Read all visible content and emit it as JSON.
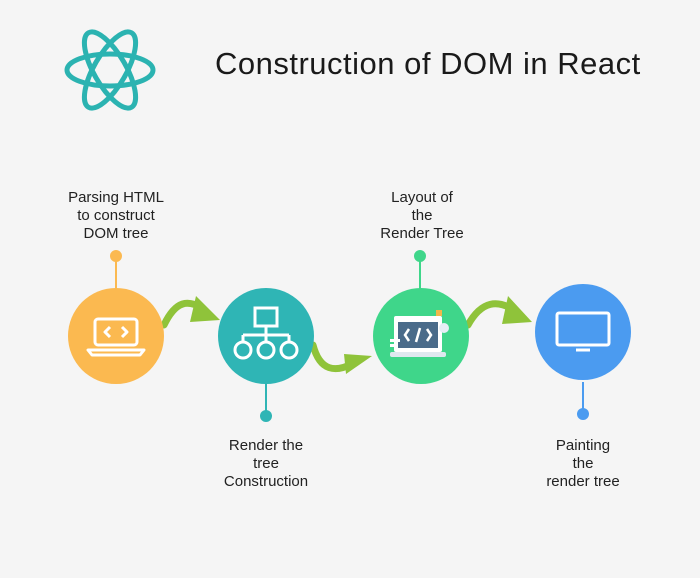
{
  "title": "Construction of DOM in React",
  "colors": {
    "background": "#f5f5f5",
    "logo": "#2bb3b1",
    "arrow": "#8fc33a",
    "step1": "#fbb950",
    "step2": "#2fb5b5",
    "step3": "#3fd68a",
    "step4": "#4b9bf0"
  },
  "steps": [
    {
      "icon": "laptop-code-icon",
      "lines": [
        "Parsing HTML",
        "to construct",
        "DOM tree"
      ]
    },
    {
      "icon": "hierarchy-icon",
      "lines": [
        "Render the",
        "tree",
        "Construction"
      ]
    },
    {
      "icon": "code-window-icon",
      "lines": [
        "Layout of",
        "the",
        "Render Tree"
      ]
    },
    {
      "icon": "monitor-icon",
      "lines": [
        "Painting",
        "the",
        "render tree"
      ]
    }
  ]
}
